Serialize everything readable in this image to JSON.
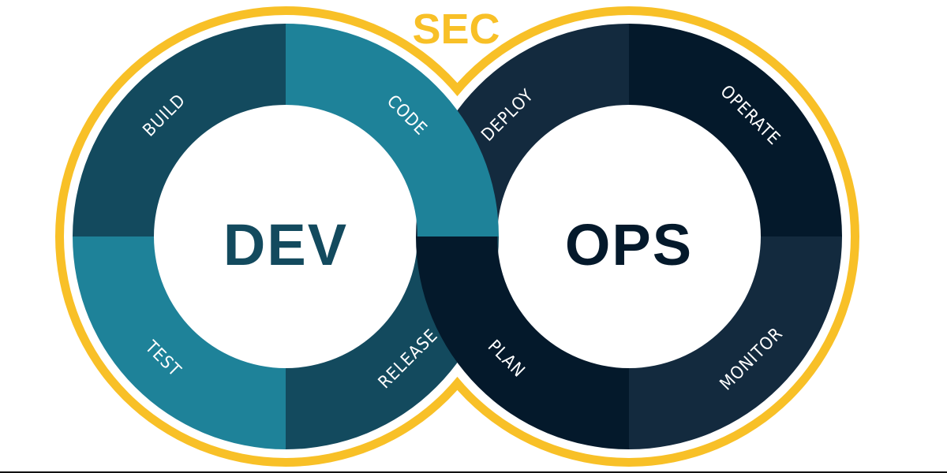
{
  "title": "SEC",
  "colors": {
    "outline": "#f8c027",
    "dark_teal": "#134a5e",
    "teal": "#1e8299",
    "navy": "#132a3e",
    "deep_navy": "#04192b"
  },
  "left_loop": {
    "center_label": "DEV",
    "segments": [
      {
        "label": "BUILD",
        "color": "#134a5e"
      },
      {
        "label": "CODE",
        "color": "#1e8299"
      },
      {
        "label": "TEST",
        "color": "#1e8299"
      },
      {
        "label": "RELEASE",
        "color": "#134a5e"
      }
    ]
  },
  "right_loop": {
    "center_label": "OPS",
    "segments": [
      {
        "label": "DEPLOY",
        "color": "#132a3e"
      },
      {
        "label": "OPERATE",
        "color": "#04192b"
      },
      {
        "label": "PLAN",
        "color": "#04192b"
      },
      {
        "label": "MONITOR",
        "color": "#132a3e"
      }
    ]
  }
}
